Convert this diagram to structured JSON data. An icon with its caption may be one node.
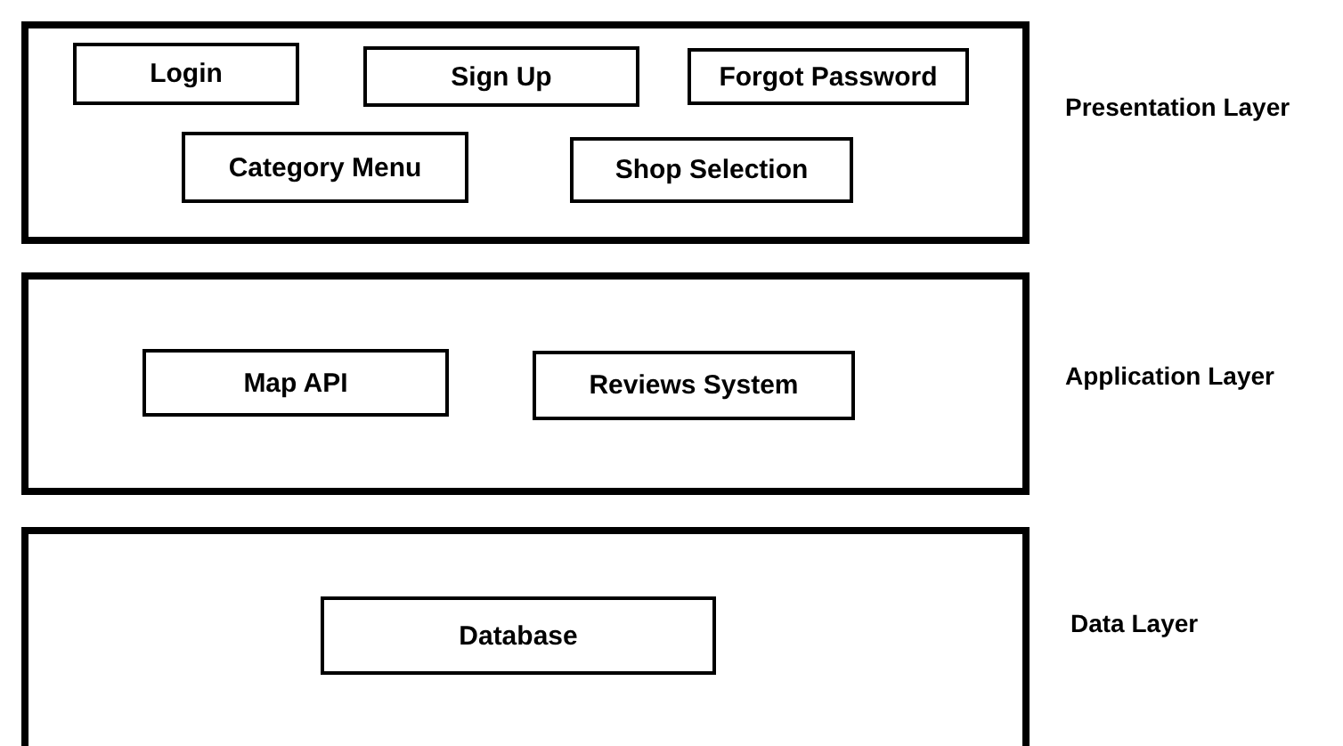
{
  "diagram": {
    "nodes": [
      {
        "text": [],
        "shape": "box",
        "beside": [
          "Presentation Layer"
        ]
      },
      {
        "text": [
          "Login"
        ],
        "in": 0
      },
      {
        "text": [
          "Sign Up"
        ],
        "in": 0
      },
      {
        "text": [
          "Forgot Password"
        ],
        "in": 0
      },
      {
        "text": [
          "Category Menu"
        ],
        "in": 0
      },
      {
        "text": [
          "Shop Selection"
        ],
        "in": 0
      },
      {
        "text": [],
        "shape": "box",
        "beside": [
          "Application Layer"
        ]
      },
      {
        "text": [
          "Map API"
        ],
        "in": 6
      },
      {
        "text": [
          "Reviews System"
        ],
        "in": 6
      },
      {
        "text": [],
        "shape": "box",
        "beside": [
          "Data Layer"
        ]
      },
      {
        "text": [
          "Database"
        ],
        "in": 9
      }
    ]
  }
}
